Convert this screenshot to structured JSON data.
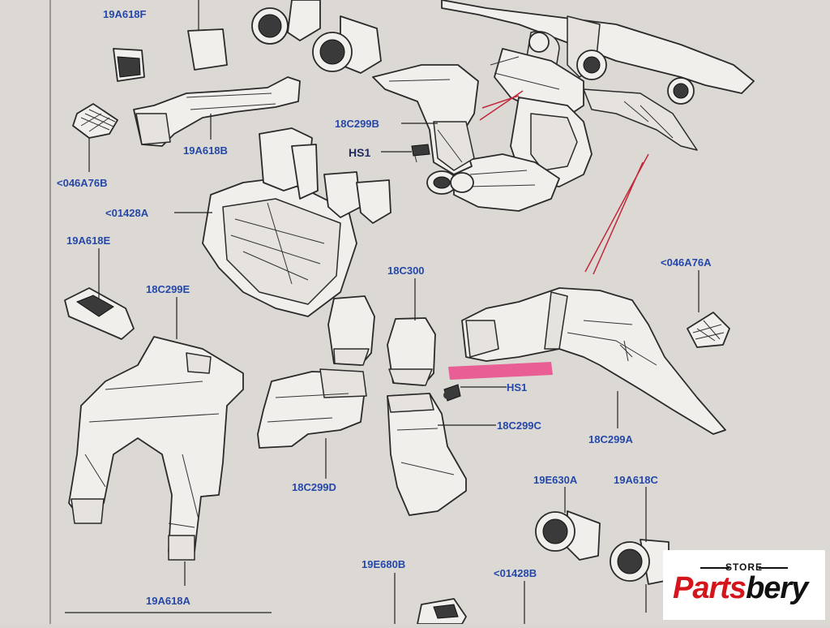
{
  "labels": {
    "l19A618F": "19A618F",
    "l19A618B": "19A618B",
    "l046A76B": "<046A76B",
    "l01428A": "<01428A",
    "l19A618E": "19A618E",
    "l18C299E": "18C299E",
    "l18C299B": "18C299B",
    "lHS1top": "HS1",
    "l18C300": "18C300",
    "lHS1mid": "HS1",
    "l18C299C": "18C299C",
    "l18C299D": "18C299D",
    "l046A76A": "<046A76A",
    "l18C299A": "18C299A",
    "l19E630A": "19E630A",
    "l19A618C": "19A618C",
    "l19E680B": "19E680B",
    "l01428B": "<01428B",
    "l19A618A": "19A618A"
  },
  "logo": {
    "store": "STORE",
    "name_part1": "Parts",
    "name_part2": "bery"
  },
  "colors": {
    "label": "#2547a8",
    "highlight": "#e9558f",
    "leader_red": "#c0283a",
    "logo_red": "#d4151c"
  }
}
